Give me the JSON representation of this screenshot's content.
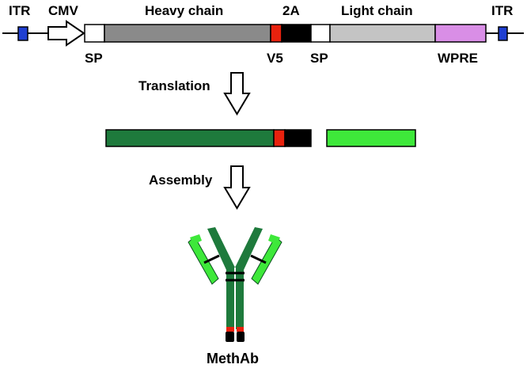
{
  "construct": {
    "itr_left": "ITR",
    "itr_right": "ITR",
    "cmv": "CMV",
    "heavy_chain": "Heavy chain",
    "two_a": "2A",
    "light_chain": "Light chain",
    "sp_heavy": "SP",
    "v5": "V5",
    "sp_light": "SP",
    "wpre": "WPRE"
  },
  "steps": {
    "translation": "Translation",
    "assembly": "Assembly"
  },
  "product": {
    "name": "MethAb"
  },
  "colors": {
    "itr": "#1f3fd1",
    "heavy_chain_gene": "#8a8a8a",
    "v5_tag": "#e8220e",
    "two_a": "#000000",
    "light_chain_gene": "#c4c4c4",
    "wpre": "#d98ee6",
    "heavy_chain_protein": "#1e7a3c",
    "light_chain_protein": "#3ee83a"
  }
}
